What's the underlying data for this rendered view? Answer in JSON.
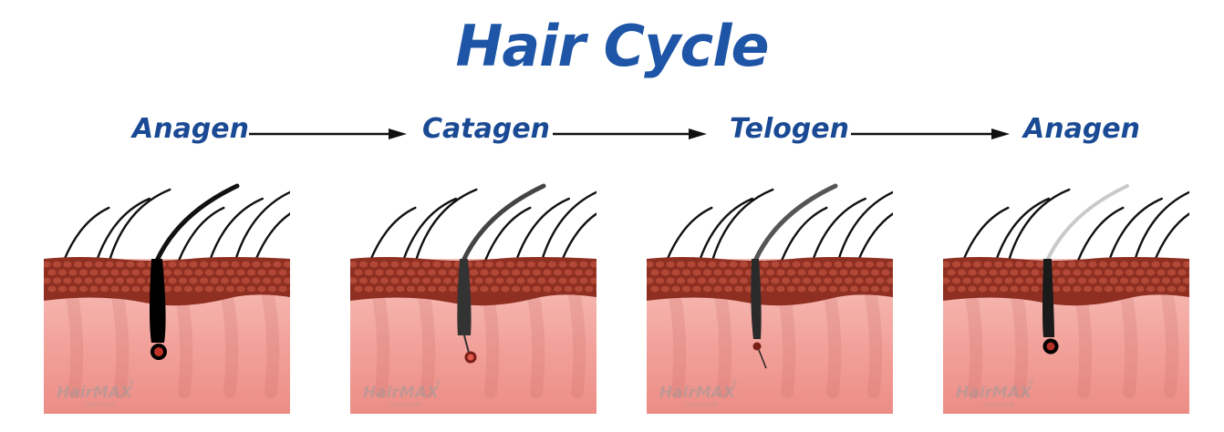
{
  "title": "Hair Cycle",
  "stages": [
    {
      "label": "Anagen"
    },
    {
      "label": "Catagen"
    },
    {
      "label": "Telogen"
    },
    {
      "label": "Anagen"
    }
  ],
  "watermark": {
    "brand": "HairMAX",
    "sub": "LaserComb",
    "mark": "®"
  },
  "colors": {
    "title_blue": "#1f55a6",
    "stage_blue": "#1b4a94",
    "skin_top": "#8e2f22",
    "skin_cells": "#b94d3b",
    "dermis": "#f2a29b",
    "hair": "#111111"
  }
}
